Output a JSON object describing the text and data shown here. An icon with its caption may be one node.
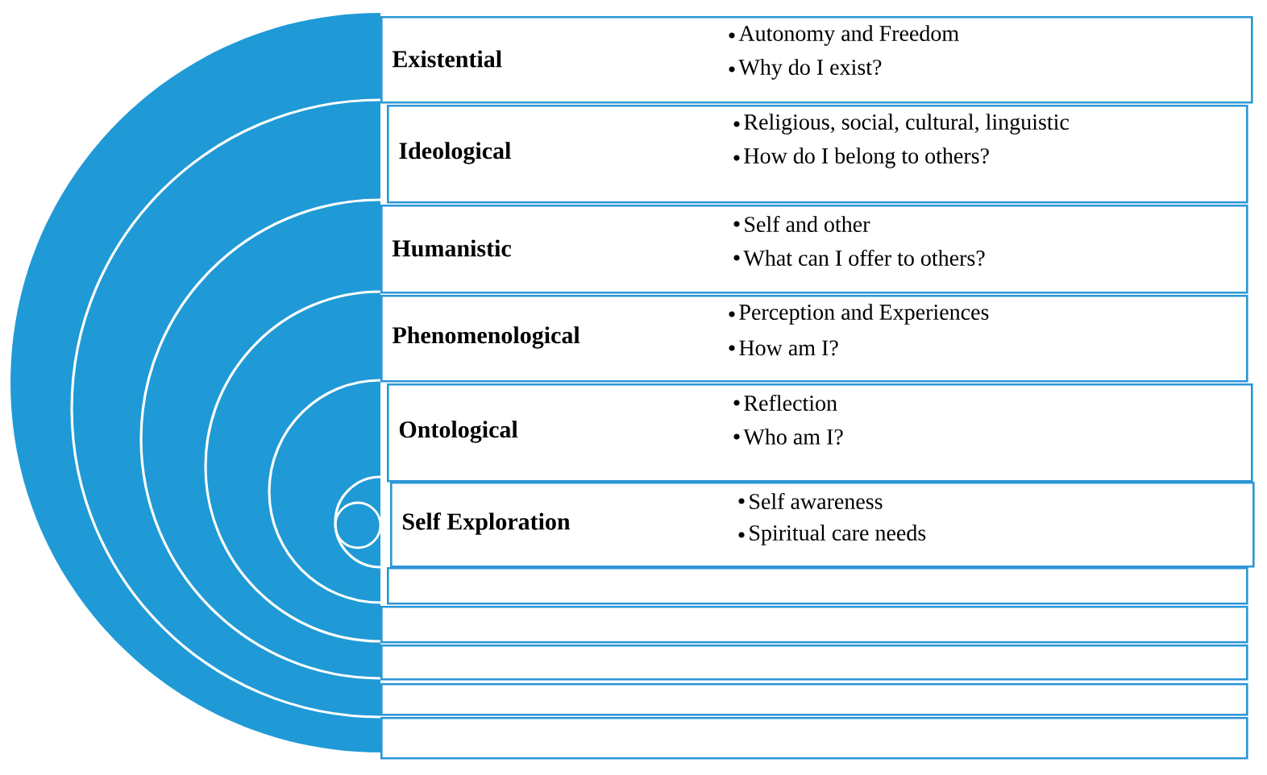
{
  "diagram": {
    "nodes": [
      {
        "text": [
          "Existential",
          "Autonomy and Freedom",
          "Why do I exist?"
        ]
      },
      {
        "text": [
          "Ideological",
          "Religious, social, cultural, linguistic",
          "How do I belong to others?"
        ]
      },
      {
        "text": [
          "Humanistic",
          "Self and other",
          "What can I offer to others?"
        ]
      },
      {
        "text": [
          "Phenomenological",
          "Perception and Experiences",
          "How am I?"
        ]
      },
      {
        "text": [
          "Ontological",
          "Reflection",
          "Who am I?"
        ]
      },
      {
        "text": [
          "Self Exploration",
          "Self awareness",
          "Spiritual care needs"
        ]
      },
      {
        "text": [],
        "shape": "box"
      },
      {
        "text": [],
        "shape": "box"
      },
      {
        "text": [],
        "shape": "box"
      },
      {
        "text": [],
        "shape": "box"
      },
      {
        "text": [],
        "shape": "box"
      }
    ]
  }
}
